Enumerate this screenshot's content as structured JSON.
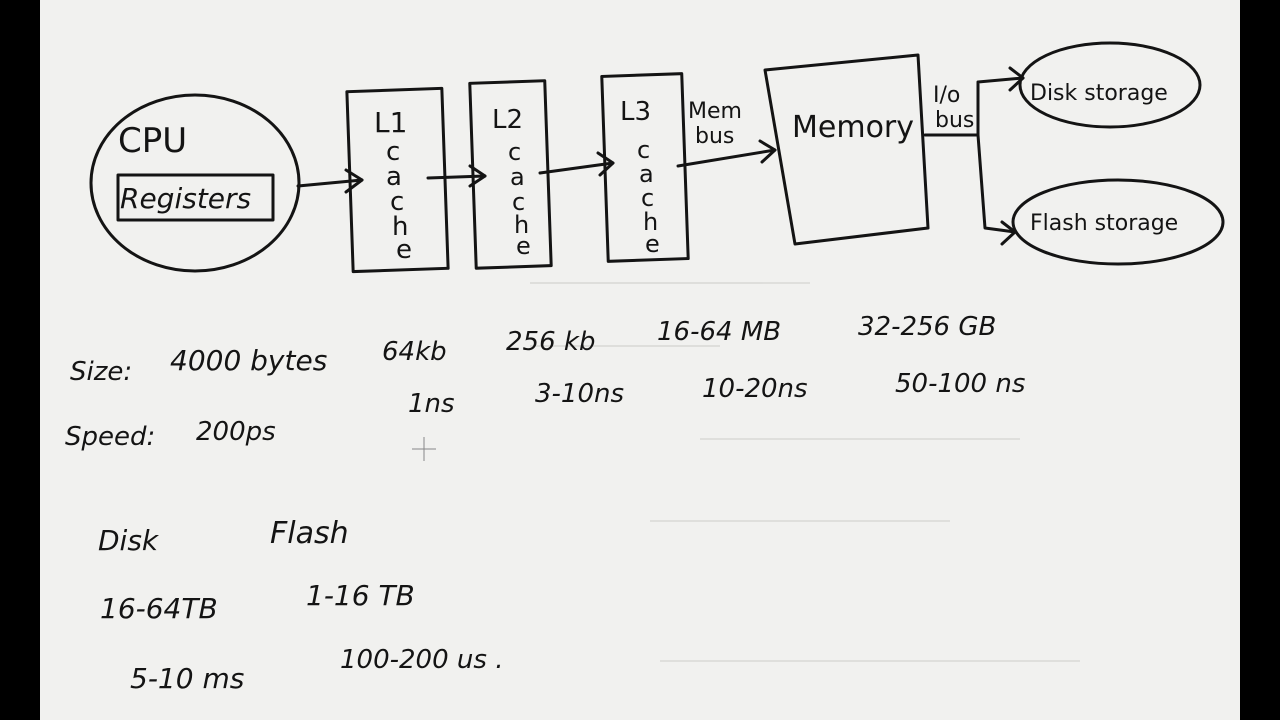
{
  "diagram": {
    "cpu": {
      "label": "CPU",
      "registers_label": "Registers"
    },
    "l1": {
      "title": "L1",
      "sub": [
        "c",
        "a",
        "c",
        "h",
        "e"
      ]
    },
    "l2": {
      "title": "L2",
      "sub": [
        "c",
        "a",
        "c",
        "h",
        "e"
      ]
    },
    "l3": {
      "title": "L3",
      "sub": [
        "c",
        "a",
        "c",
        "h",
        "e"
      ]
    },
    "mem_bus": [
      "Mem",
      "bus"
    ],
    "memory": "Memory",
    "io_bus": [
      "I/o",
      "bus"
    ],
    "disk_storage": "Disk storage",
    "flash_storage": "Flash storage"
  },
  "notes": {
    "size_label": "Size:",
    "size_values": [
      "4000 bytes",
      "64kb",
      "256 kb",
      "16-64 MB",
      "32-256 GB"
    ],
    "speed_label": "Speed:",
    "speed_values": [
      "200ps",
      "1ns",
      "3-10ns",
      "10-20ns",
      "50-100 ns"
    ],
    "disk": "Disk",
    "flash": "Flash",
    "disk_size": "16-64TB",
    "flash_size": "1-16 TB",
    "disk_speed": "5-10 ms",
    "flash_speed": "100-200 us ."
  }
}
